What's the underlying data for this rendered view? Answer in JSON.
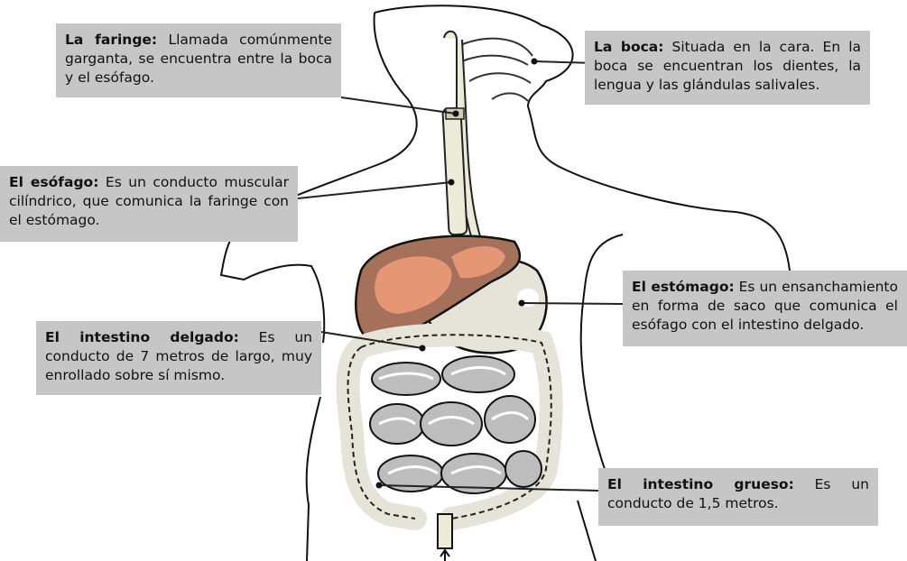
{
  "labels": {
    "faringe": {
      "title": "La faringe:",
      "text": " Llamada comúnmente garganta, se encuentra entre la boca y el esófago."
    },
    "boca": {
      "title": "La boca:",
      "text": " Situada en la cara. En la boca se encuentran los dientes, la lengua y las glándulas salivales."
    },
    "esofago": {
      "title": "El esófago:",
      "text": " Es un conducto muscular cilíndrico, que comunica la faringe con el estómago."
    },
    "estomago": {
      "title": "El estómago:",
      "text": " Es un ensanchamiento en forma de saco que comunica el esófago con el intestino delgado."
    },
    "intestino_delgado": {
      "title": "El intestino delgado:",
      "text": " Es un conducto de 7 metros de largo, muy enrollado sobre sí mismo."
    },
    "intestino_grueso": {
      "title": "El intestino grueso:",
      "text": " Es un conducto de 1,5 metros."
    }
  },
  "colors": {
    "label_bg": "#c6c6c6",
    "liver": "#a5715a",
    "liver_highlight": "#e59674",
    "stomach": "#e6e4d8",
    "intestine": "#bdbdbd",
    "outline": "#111111"
  }
}
